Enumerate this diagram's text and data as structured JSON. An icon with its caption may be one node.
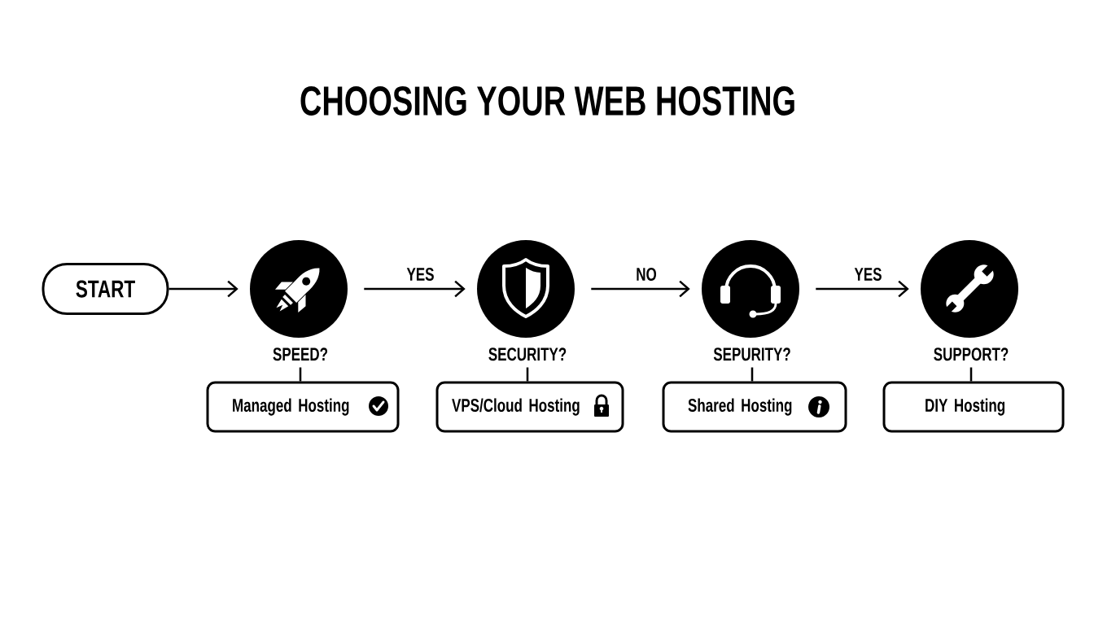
{
  "diagram": {
    "title": "CHOOSING YOUR WEB HOSTING",
    "nodes": [
      {
        "text": [
          "START"
        ]
      },
      {
        "text": [
          "SPEED?"
        ]
      },
      {
        "text": [
          "SECURITY?"
        ]
      },
      {
        "text": [
          "SEPURITY?"
        ]
      },
      {
        "text": [
          "SUPPORT?"
        ]
      },
      {
        "text": [
          "Managed Hosting"
        ]
      },
      {
        "text": [
          "VPS/Cloud Hosting"
        ]
      },
      {
        "text": [
          "Shared Hosting"
        ]
      },
      {
        "text": [
          "DIY Hosting"
        ]
      }
    ],
    "edges": [
      {
        "from": 0,
        "to": 1,
        "arrow": "to"
      },
      {
        "from": 1,
        "to": 2,
        "arrow": "to",
        "label": "YES"
      },
      {
        "from": 2,
        "to": 3,
        "arrow": "to",
        "label": "NO"
      },
      {
        "from": 3,
        "to": 4,
        "arrow": "to",
        "label": "YES"
      },
      {
        "from": 1,
        "to": 5,
        "arrow": "none"
      },
      {
        "from": 2,
        "to": 6,
        "arrow": "none"
      },
      {
        "from": 3,
        "to": 7,
        "arrow": "none"
      },
      {
        "from": 4,
        "to": 8,
        "arrow": "none"
      }
    ]
  }
}
